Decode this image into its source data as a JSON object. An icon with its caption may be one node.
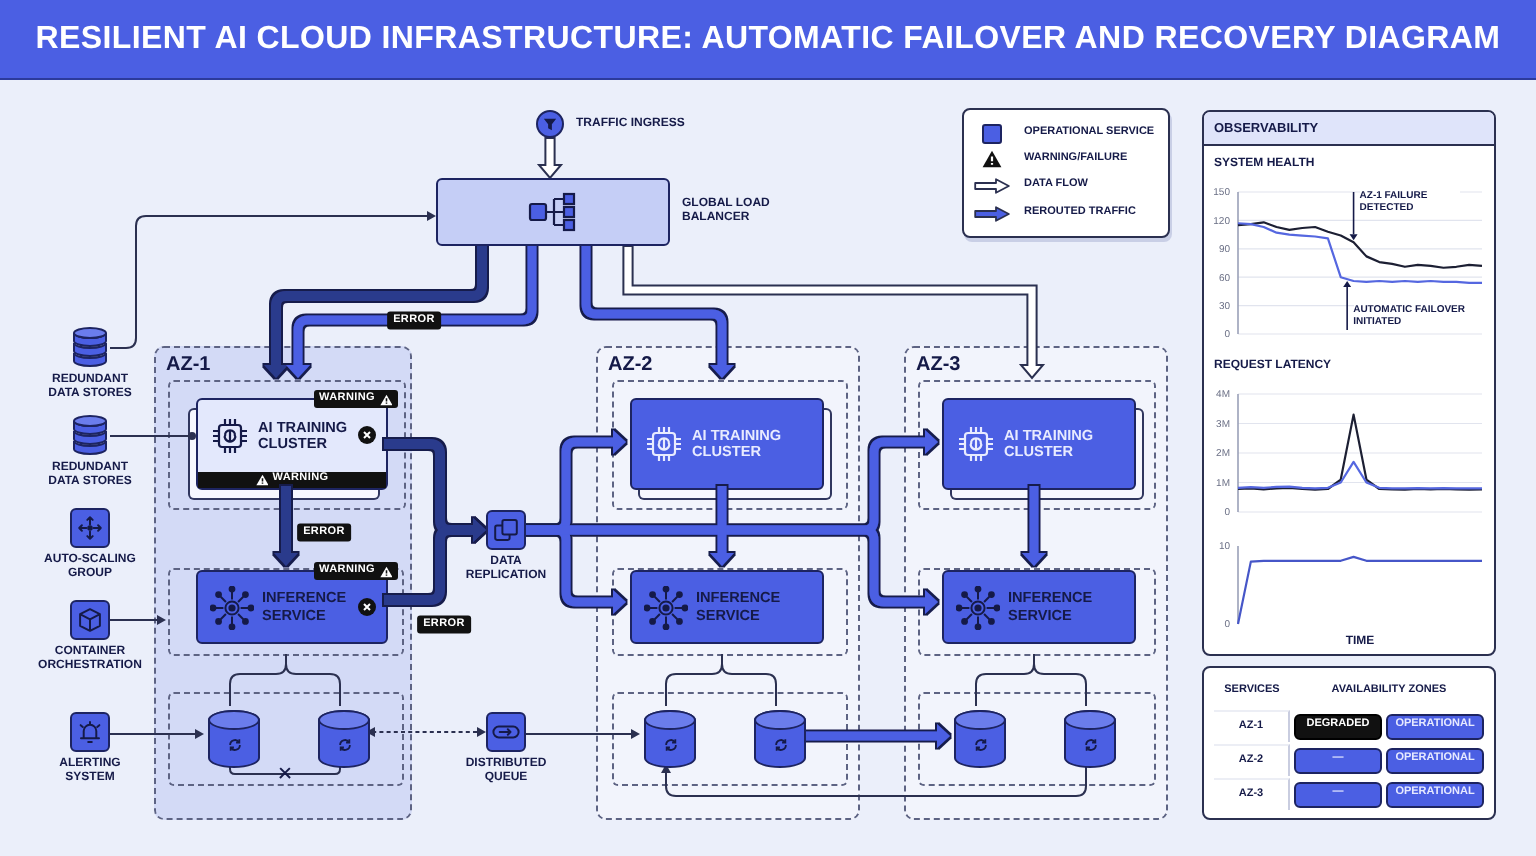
{
  "diagram": {
    "title": "RESILIENT AI CLOUD INFRASTRUCTURE: AUTOMATIC FAILOVER AND RECOVERY DIAGRAM",
    "nodes": [
      {
        "text": [],
        "shape": "circle",
        "beside": [
          "TRAFFIC INGRESS"
        ]
      },
      {
        "text": [],
        "shape": "box",
        "beside": [
          "GLOBAL LOAD BALANCER"
        ]
      },
      {
        "text": [],
        "shape": "cylinder",
        "beside": [
          "REDUNDANT DATA STORES"
        ]
      },
      {
        "text": [],
        "shape": "cylinder",
        "beside": [
          "REDUNDANT DATA STORES"
        ]
      },
      {
        "text": [],
        "shape": "picture",
        "beside": [
          "AUTO-SCALING GROUP"
        ]
      },
      {
        "text": [],
        "shape": "picture",
        "beside": [
          "CONTAINER ORCHESTRATION"
        ]
      },
      {
        "text": [],
        "shape": "picture",
        "beside": [
          "ALERTING SYSTEM"
        ]
      },
      {
        "text": [
          "AZ-1"
        ]
      },
      {
        "text": [],
        "shape": "box",
        "in": 7
      },
      {
        "text": [
          "WARNING",
          "AI TRAINING CLUSTER",
          "WARNING"
        ],
        "in": 8
      },
      {
        "text": [],
        "shape": "box",
        "in": 7
      },
      {
        "text": [
          "WARNING",
          "INFERENCE SERVICE"
        ],
        "in": 10
      },
      {
        "text": [],
        "shape": "box",
        "in": 7
      },
      {
        "text": [],
        "shape": "cylinder",
        "in": 12
      },
      {
        "text": [],
        "shape": "cylinder",
        "in": 12
      },
      {
        "text": [],
        "shape": "picture",
        "beside": [
          "DATA REPLICATION"
        ]
      },
      {
        "text": [],
        "shape": "picture",
        "beside": [
          "DISTRIBUTED QUEUE"
        ]
      },
      {
        "text": [
          "AZ-2"
        ]
      },
      {
        "text": [],
        "shape": "box",
        "in": 17
      },
      {
        "text": [
          "AI TRAINING CLUSTER"
        ],
        "in": 18
      },
      {
        "text": [],
        "shape": "box",
        "in": 17
      },
      {
        "text": [
          "INFERENCE SERVICE"
        ],
        "in": 20
      },
      {
        "text": [],
        "shape": "box",
        "in": 17
      },
      {
        "text": [],
        "shape": "cylinder",
        "in": 22
      },
      {
        "text": [],
        "shape": "cylinder",
        "in": 22
      },
      {
        "text": [
          "AZ-3"
        ]
      },
      {
        "text": [],
        "shape": "box",
        "in": 25
      },
      {
        "text": [
          "AI TRAINING CLUSTER"
        ],
        "in": 26
      },
      {
        "text": [],
        "shape": "box",
        "in": 25
      },
      {
        "text": [
          "INFERENCE SERVICE"
        ],
        "in": 28
      },
      {
        "text": [],
        "shape": "box",
        "in": 25
      },
      {
        "text": [],
        "shape": "cylinder",
        "in": 30
      },
      {
        "text": [],
        "shape": "cylinder",
        "in": 30
      },
      {
        "text": [
          "OBSERVABILITY"
        ]
      }
    ],
    "edges": [
      {
        "from": 0,
        "to": 1,
        "arrow": "to",
        "color": "#ffffff"
      },
      {
        "from": 2,
        "to": 1,
        "arrow": "to"
      },
      {
        "from": 1,
        "to": 8,
        "arrow": "to",
        "style": "thick",
        "color": "#2c3a8c"
      },
      {
        "from": 1,
        "to": 8,
        "arrow": "to",
        "label": "ERROR",
        "style": "thick",
        "color": "#4b5fe3"
      },
      {
        "from": 1,
        "to": 18,
        "arrow": "to",
        "style": "thick",
        "color": "#4b5fe3"
      },
      {
        "from": 1,
        "to": 26,
        "arrow": "to",
        "color": "#ffffff"
      },
      {
        "from": 3,
        "to": 9,
        "arrow": "other"
      },
      {
        "from": 9,
        "to": 11,
        "arrow": "to",
        "label": "ERROR",
        "style": "thick",
        "color": "#2c3a8c"
      },
      {
        "from": 9,
        "to": 15,
        "arrow": "to",
        "style": "thick",
        "color": "#2c3a8c"
      },
      {
        "from": 11,
        "to": 15,
        "arrow": "to",
        "label": "ERROR",
        "style": "thick",
        "color": "#2c3a8c"
      },
      {
        "from": 5,
        "to": 10,
        "arrow": "to"
      },
      {
        "from": 10,
        "to": 13,
        "arrow": "none"
      },
      {
        "from": 10,
        "to": 14,
        "arrow": "none"
      },
      {
        "from": 13,
        "to": 14,
        "arrow": "none"
      },
      {
        "from": 6,
        "to": 13,
        "arrow": "to"
      },
      {
        "from": 16,
        "to": 14,
        "arrow": "both",
        "style": "dashed"
      },
      {
        "from": 15,
        "to": 19,
        "arrow": "to",
        "style": "thick",
        "color": "#4b5fe3"
      },
      {
        "from": 15,
        "to": 21,
        "arrow": "to",
        "style": "thick",
        "color": "#4b5fe3"
      },
      {
        "from": 15,
        "to": 27,
        "arrow": "to",
        "style": "thick",
        "color": "#4b5fe3"
      },
      {
        "from": 15,
        "to": 29,
        "arrow": "to",
        "style": "thick",
        "color": "#4b5fe3"
      },
      {
        "from": 19,
        "to": 21,
        "arrow": "to",
        "style": "thick",
        "color": "#4b5fe3"
      },
      {
        "from": 20,
        "to": 23,
        "arrow": "none"
      },
      {
        "from": 20,
        "to": 24,
        "arrow": "none"
      },
      {
        "from": 16,
        "to": 23,
        "arrow": "to"
      },
      {
        "from": 24,
        "to": 31,
        "arrow": "to",
        "style": "thick",
        "color": "#4b5fe3"
      },
      {
        "from": 27,
        "to": 29,
        "arrow": "to",
        "style": "thick",
        "color": "#4b5fe3"
      },
      {
        "from": 28,
        "to": 31,
        "arrow": "none"
      },
      {
        "from": 28,
        "to": 32,
        "arrow": "none"
      },
      {
        "from": 32,
        "to": 23,
        "arrow": "to"
      }
    ],
    "labels": [
      "SERVICES",
      "AVAILABILITY ZONES",
      "AZ-1",
      "DEGRADED",
      "OPERATIONAL",
      "AZ-2",
      "—",
      "OPERATIONAL",
      "AZ-3",
      "—",
      "OPERATIONAL"
    ],
    "legend": [
      {
        "text": "OPERATIONAL SERVICE",
        "color": "#4b5fe3"
      },
      {
        "text": "WARNING/FAILURE"
      },
      {
        "text": "DATA FLOW"
      },
      {
        "text": "REROUTED TRAFFIC"
      }
    ],
    "chart_data": [
      {
        "type": "line",
        "title": "SYSTEM HEALTH",
        "grid": true,
        "ylim": [
          0,
          150
        ],
        "yticks": [
          0,
          30,
          60,
          90,
          120,
          150
        ],
        "series": [
          {
            "color": "#1c1f33",
            "values": [
              115,
              116,
              118,
              113,
              110,
              112,
              113,
              108,
              104,
              97,
              82,
              76,
              74,
              71,
              73,
              72,
              70,
              71,
              73,
              72
            ]
          },
          {
            "color": "#5567e0",
            "values": [
              117,
              116,
              113,
              107,
              105,
              104,
              103,
              101,
              60,
              56,
              55,
              56,
              55,
              56,
              55,
              56,
              55,
              55,
              54,
              54
            ]
          }
        ],
        "annotations": [
          "AZ-1 FAILURE DETECTED",
          "AUTOMATIC FAILOVER INITIATED"
        ]
      },
      {
        "type": "line",
        "title": "REQUEST LATENCY",
        "grid": true,
        "ylim": [
          0,
          4
        ],
        "yticks": [
          0,
          {
            "value": 1,
            "label": "1M"
          },
          {
            "value": 2,
            "label": "2M"
          },
          {
            "value": 3,
            "label": "3M"
          },
          {
            "value": 4,
            "label": "4M"
          }
        ],
        "series": [
          {
            "color": "#1c1f33",
            "values": [
              0.78,
              0.8,
              0.77,
              0.8,
              0.82,
              0.78,
              0.76,
              0.78,
              1.1,
              3.3,
              1.1,
              0.78,
              0.77,
              0.76,
              0.78,
              0.77,
              0.78,
              0.77,
              0.76,
              0.77
            ]
          },
          {
            "color": "#5567e0",
            "values": [
              0.82,
              0.84,
              0.82,
              0.85,
              0.86,
              0.82,
              0.8,
              0.82,
              1.0,
              1.7,
              1.0,
              0.82,
              0.8,
              0.8,
              0.81,
              0.8,
              0.81,
              0.8,
              0.8,
              0.8
            ]
          }
        ]
      },
      {
        "type": "line",
        "xlabel": "TIME",
        "ylim": [
          0,
          10
        ],
        "yticks": [
          0,
          10
        ],
        "series": [
          {
            "color": "#4656c8",
            "values": [
              0,
              8,
              8.1,
              8.1,
              8.1,
              8.1,
              8.1,
              8.1,
              8.1,
              8.6,
              8.1,
              8.1,
              8.1,
              8.1,
              8.1,
              8.1,
              8.1,
              8.1,
              8.1,
              8.1
            ]
          }
        ]
      }
    ]
  }
}
